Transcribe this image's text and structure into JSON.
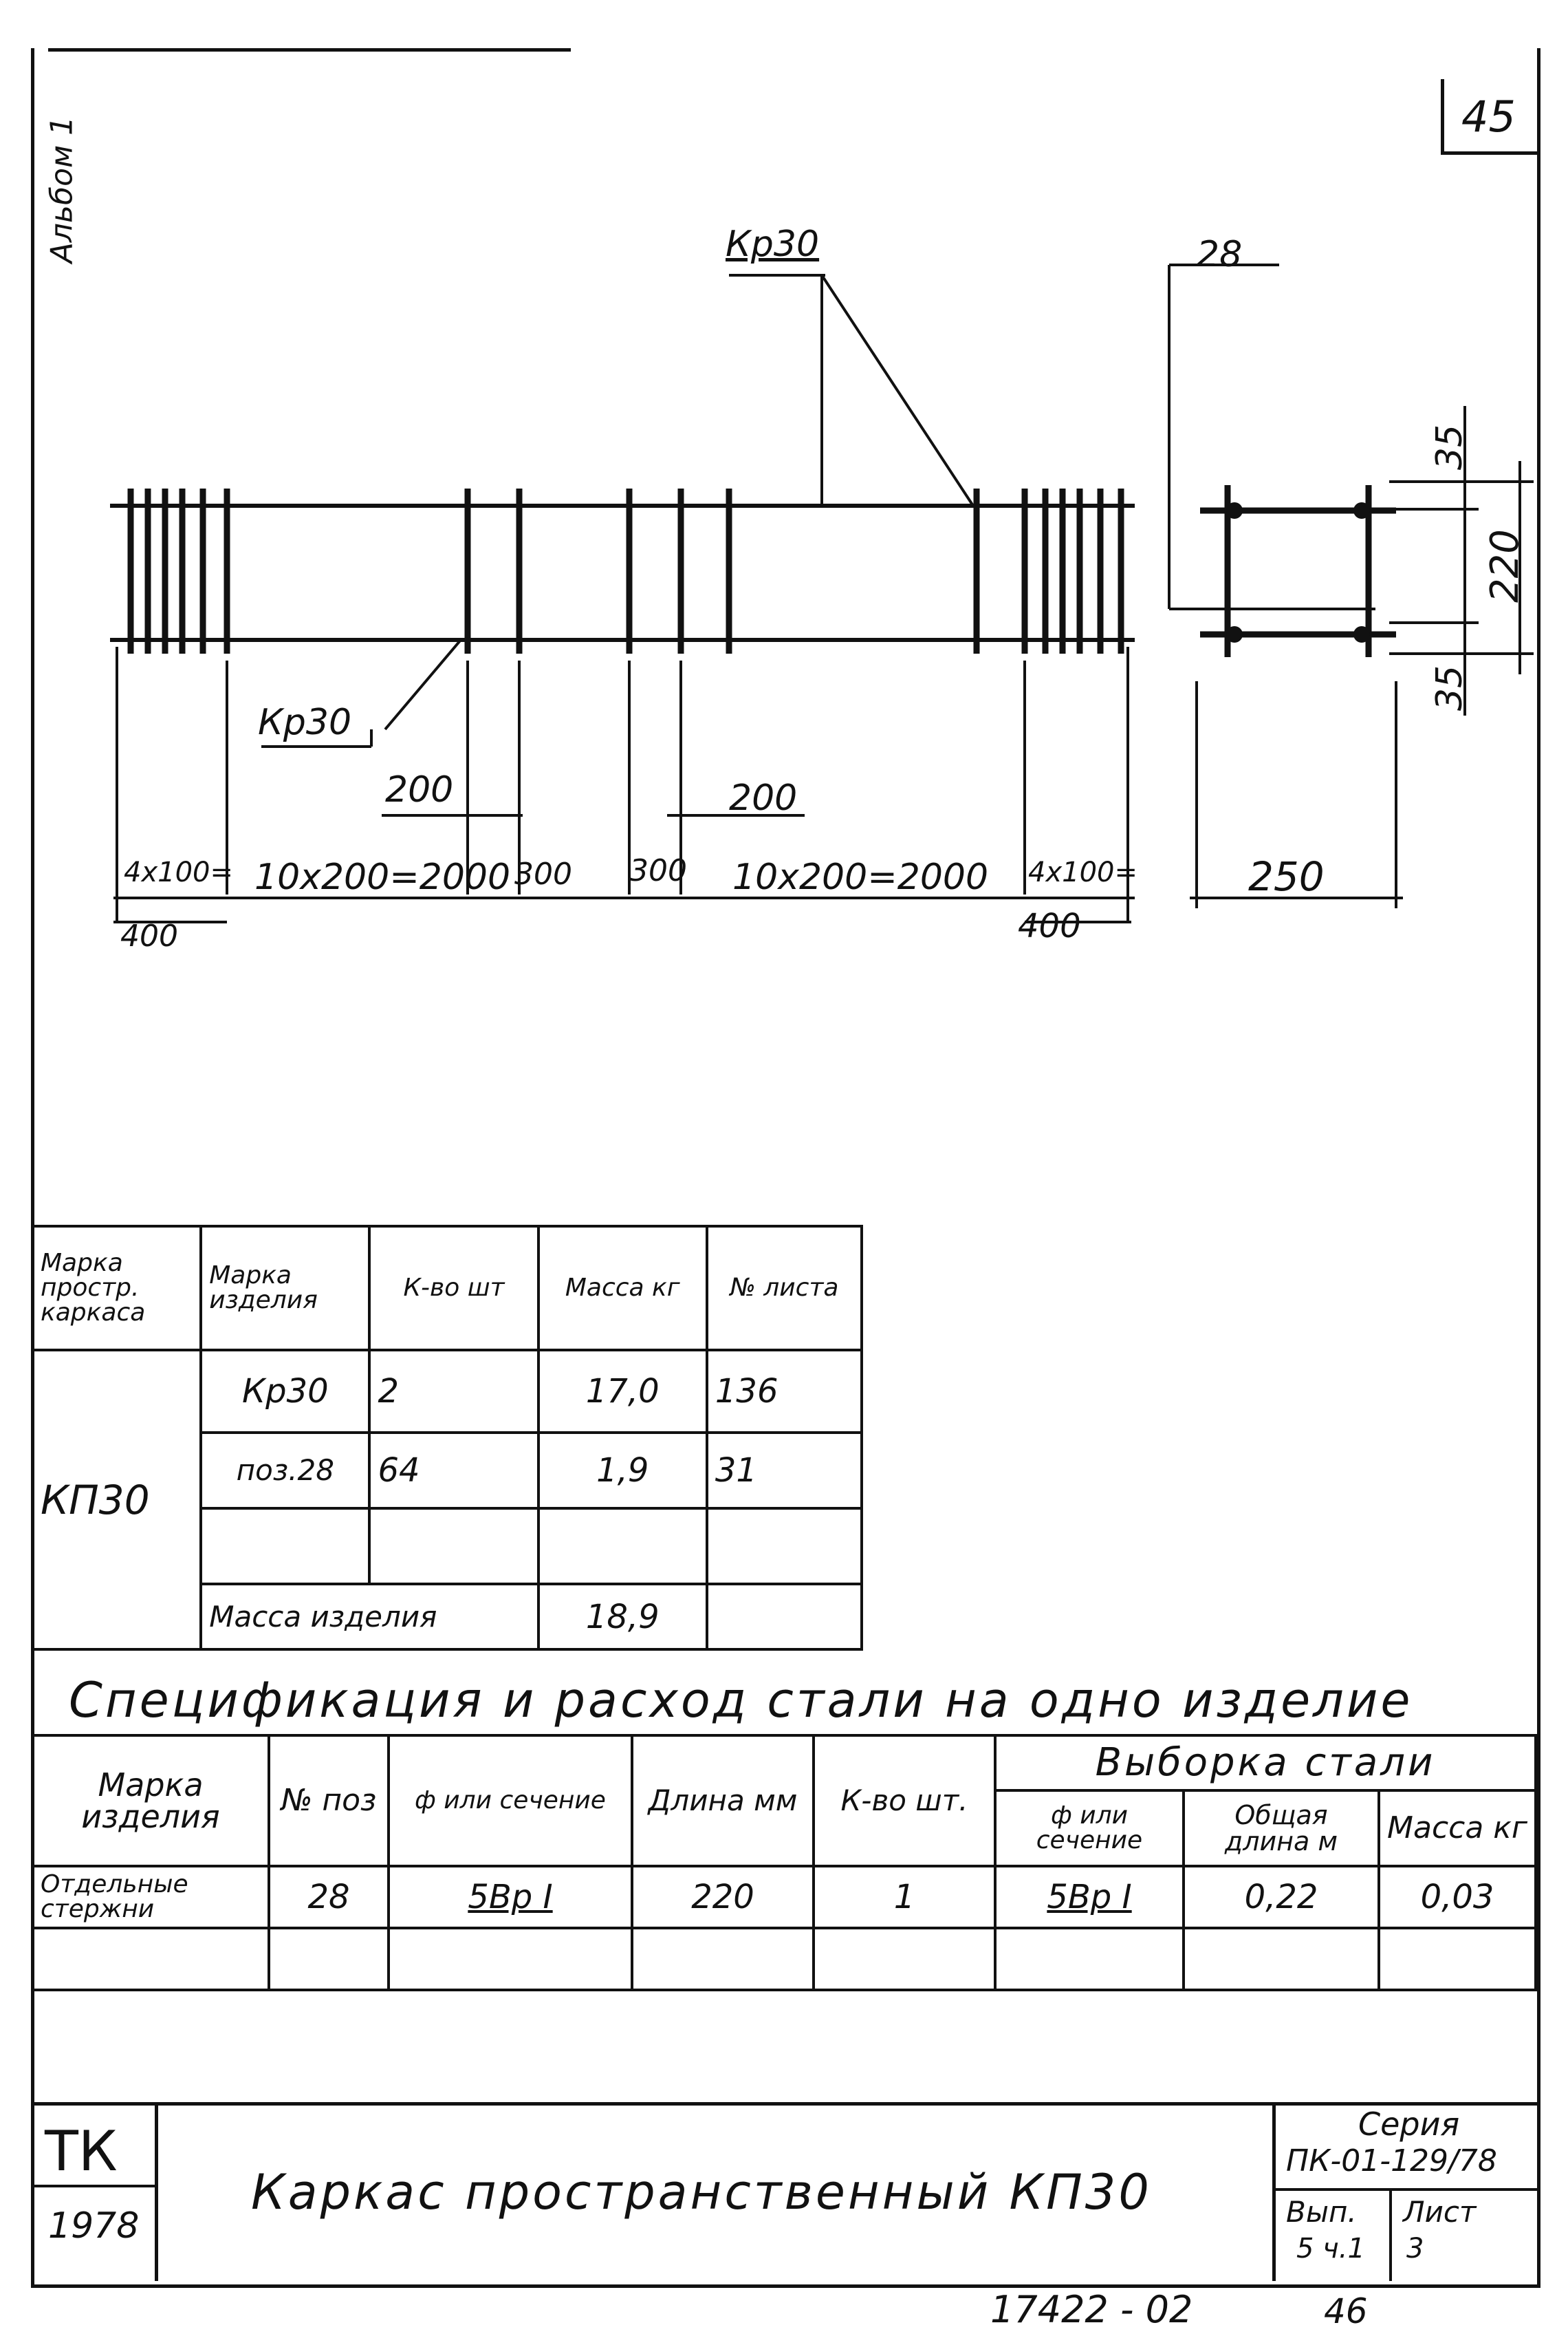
{
  "sheet": {
    "page_number": "45",
    "side_stamp": "Альбом 1",
    "bottom_code": "17422 - 02",
    "bottom_page": "46"
  },
  "drawing": {
    "label_kr30_top": "Кр30",
    "label_kr30_bottom": "Кр30",
    "label_28": "28",
    "dim_200_left": "200",
    "dim_200_right": "200",
    "dim_4x100_left": "4x100=",
    "dim_400_left": "400",
    "dim_10x200_left": "10x200=2000",
    "dim_300_left": "300",
    "dim_300_right": "300",
    "dim_10x200_right": "10x200=2000",
    "dim_4x100_right": "4x100=",
    "dim_400_right": "400",
    "dim_250": "250",
    "dim_35_top": "35",
    "dim_220": "220",
    "dim_35_bottom": "35"
  },
  "composition_table": {
    "headers": [
      "Марка простр. каркаса",
      "Марка изделия",
      "К-во шт",
      "Масса кг",
      "№ листа"
    ],
    "frame_mark": "КП30",
    "rows": [
      {
        "item": "Кр30",
        "qty": "2",
        "mass": "17,0",
        "sheet": "136"
      },
      {
        "item": "поз.28",
        "qty": "64",
        "mass": "1,9",
        "sheet": "31"
      }
    ],
    "total_label": "Масса изделия",
    "total_mass": "18,9"
  },
  "spec_table": {
    "title": "Спецификация и расход стали на одно изделие",
    "headers": {
      "item_mark": "Марка изделия",
      "pos": "№ поз",
      "section": "ф или сечение",
      "length": "Длина мм",
      "qty": "К-во шт.",
      "selection": "Выборка стали",
      "sel_section": "ф или сечение",
      "total_length": "Общая длина м",
      "mass": "Масса кг"
    },
    "row": {
      "item_mark": "Отдельные стержни",
      "pos": "28",
      "section": "5Вр I",
      "length": "220",
      "qty": "1",
      "sel_section": "5Вр I",
      "total_length": "0,22",
      "mass": "0,03"
    }
  },
  "title_block": {
    "org": "ТК",
    "year": "1978",
    "title": "Каркас пространственный КП30",
    "series_label": "Серия",
    "series_value": "ПК-01-129/78",
    "issue_label": "Вып.",
    "issue_value": "5 ч.1",
    "sheet_label": "Лист",
    "sheet_value": "3"
  }
}
